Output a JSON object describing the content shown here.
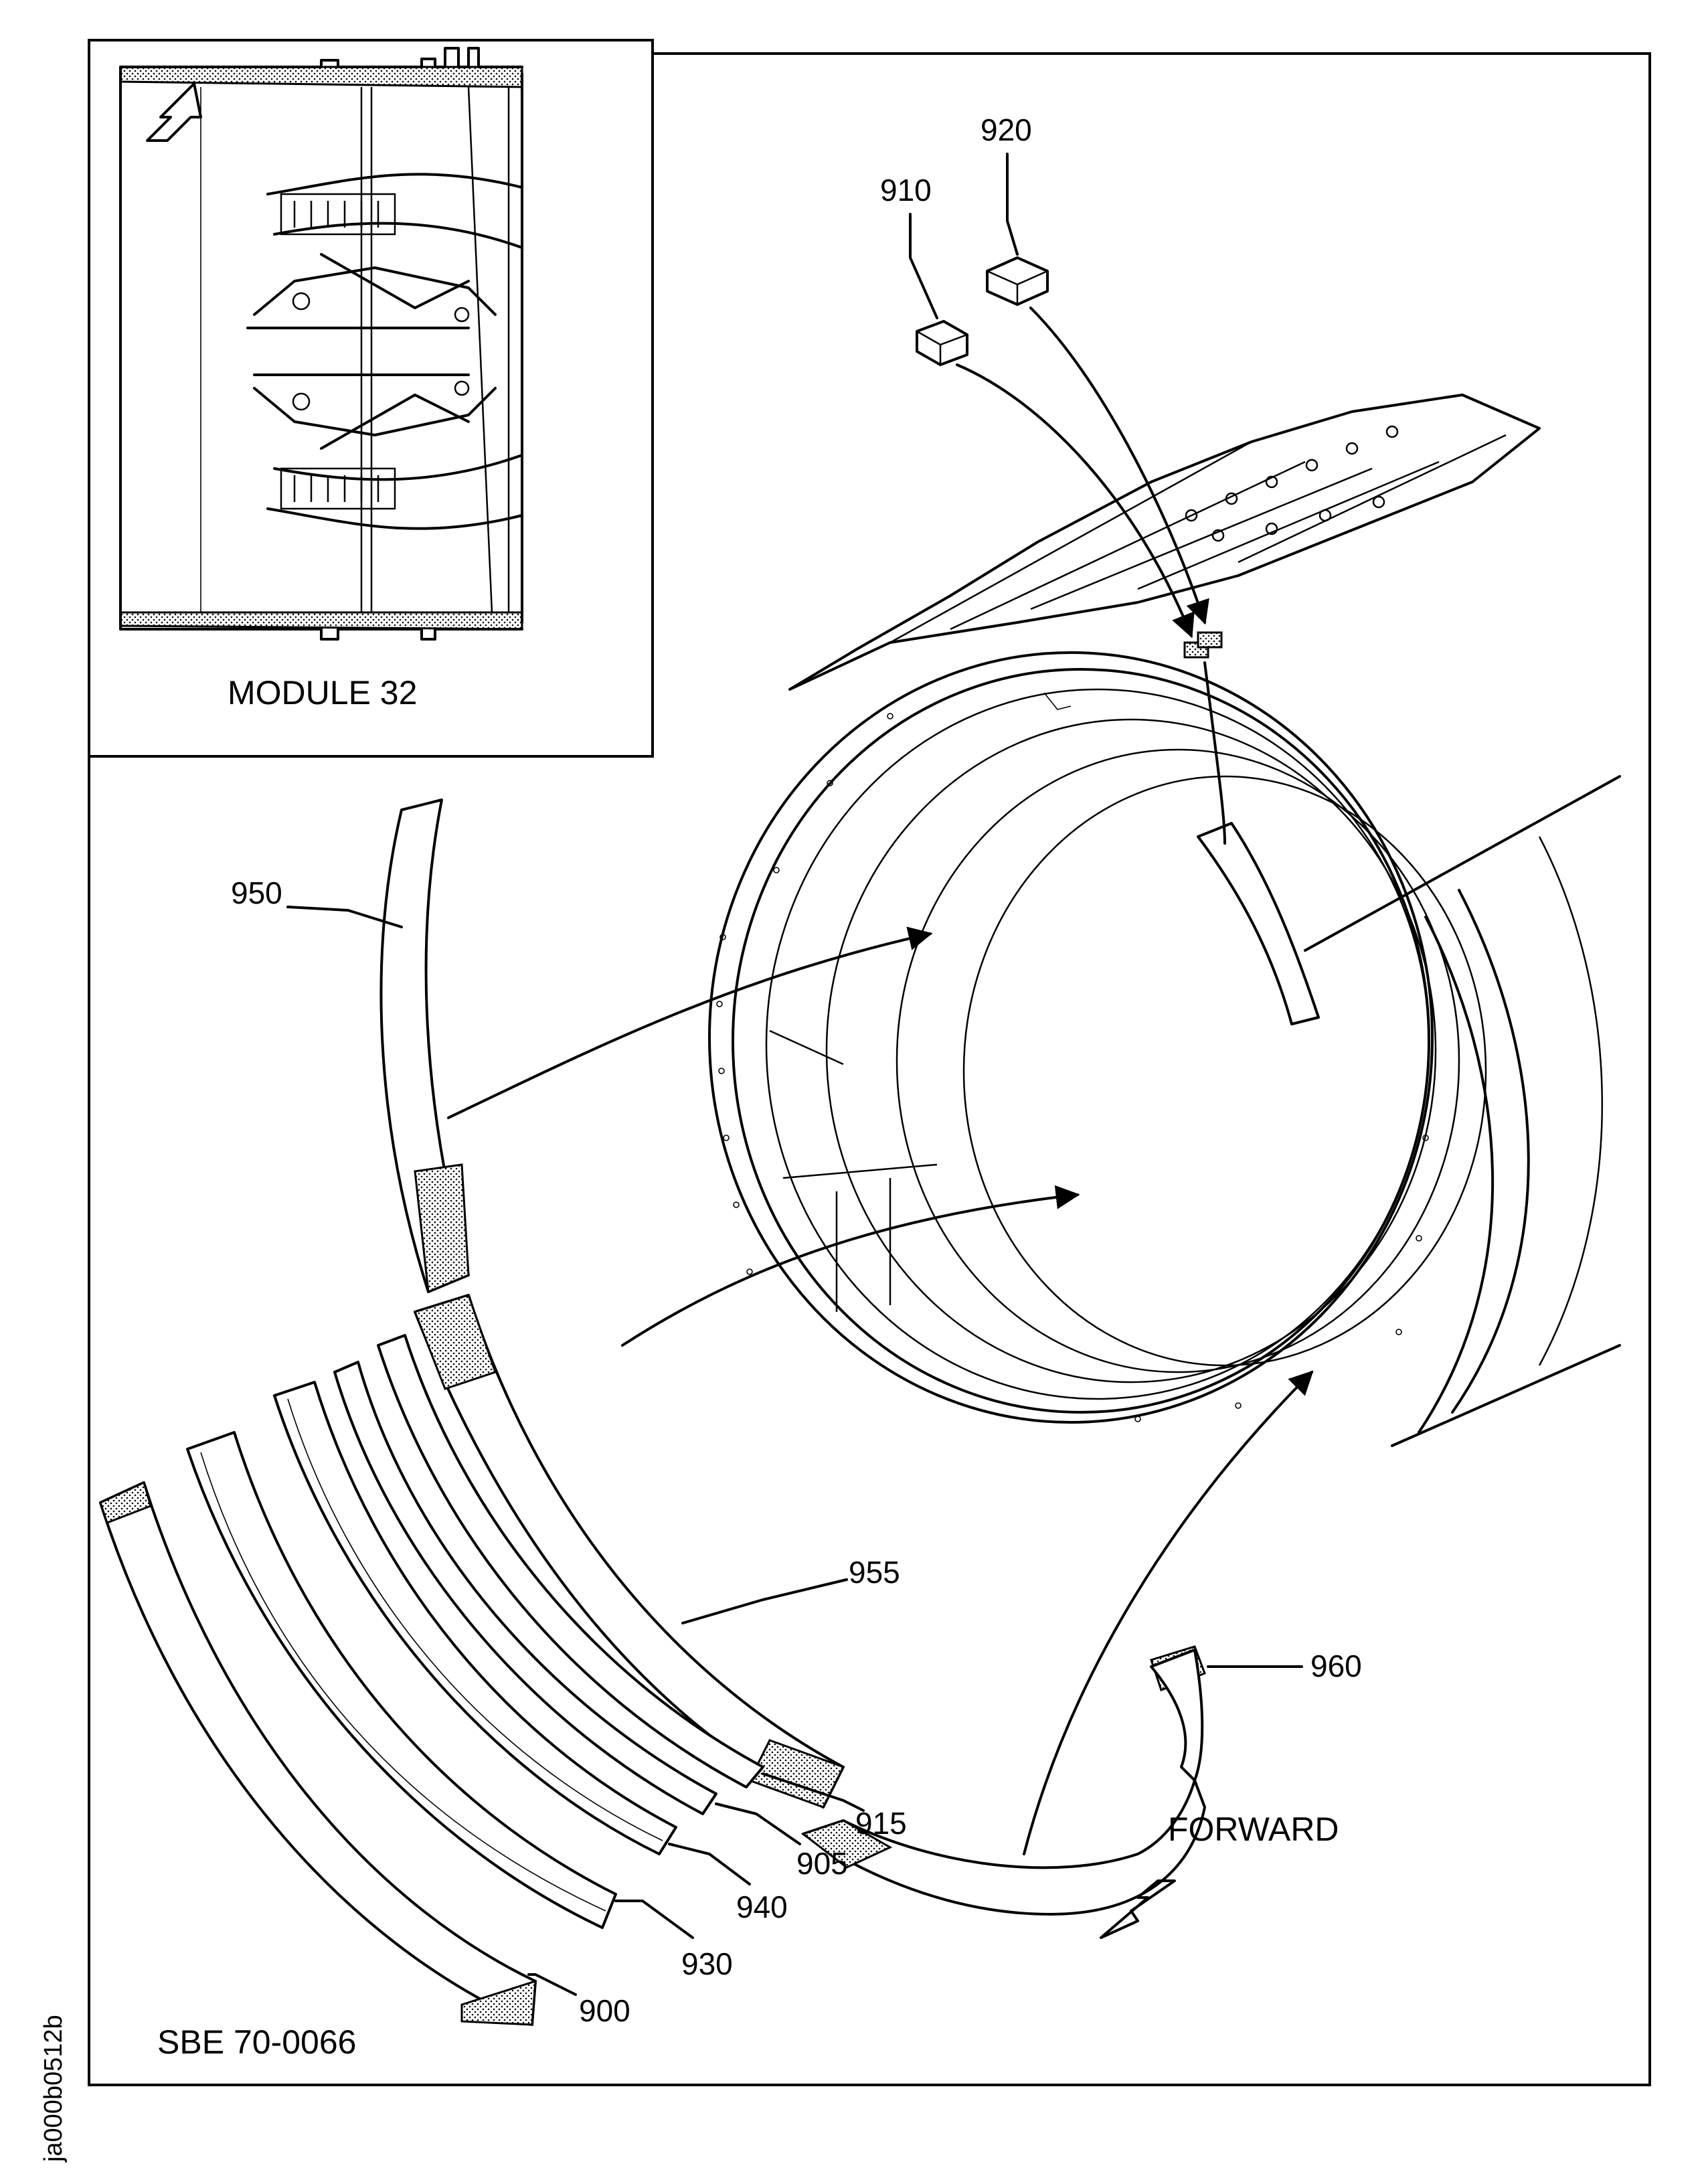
{
  "inset": {
    "caption": "MODULE 32"
  },
  "parts": {
    "p910": "910",
    "p920": "920",
    "p950": "950",
    "p955": "955",
    "p960": "960",
    "p915": "915",
    "p905": "905",
    "p940": "940",
    "p930": "930",
    "p900": "900"
  },
  "direction": {
    "label": "FORWARD",
    "icon": "forward-arrow-icon"
  },
  "footer": {
    "reference": "SBE 70-0066"
  },
  "figure_id": "ja000b0512b"
}
